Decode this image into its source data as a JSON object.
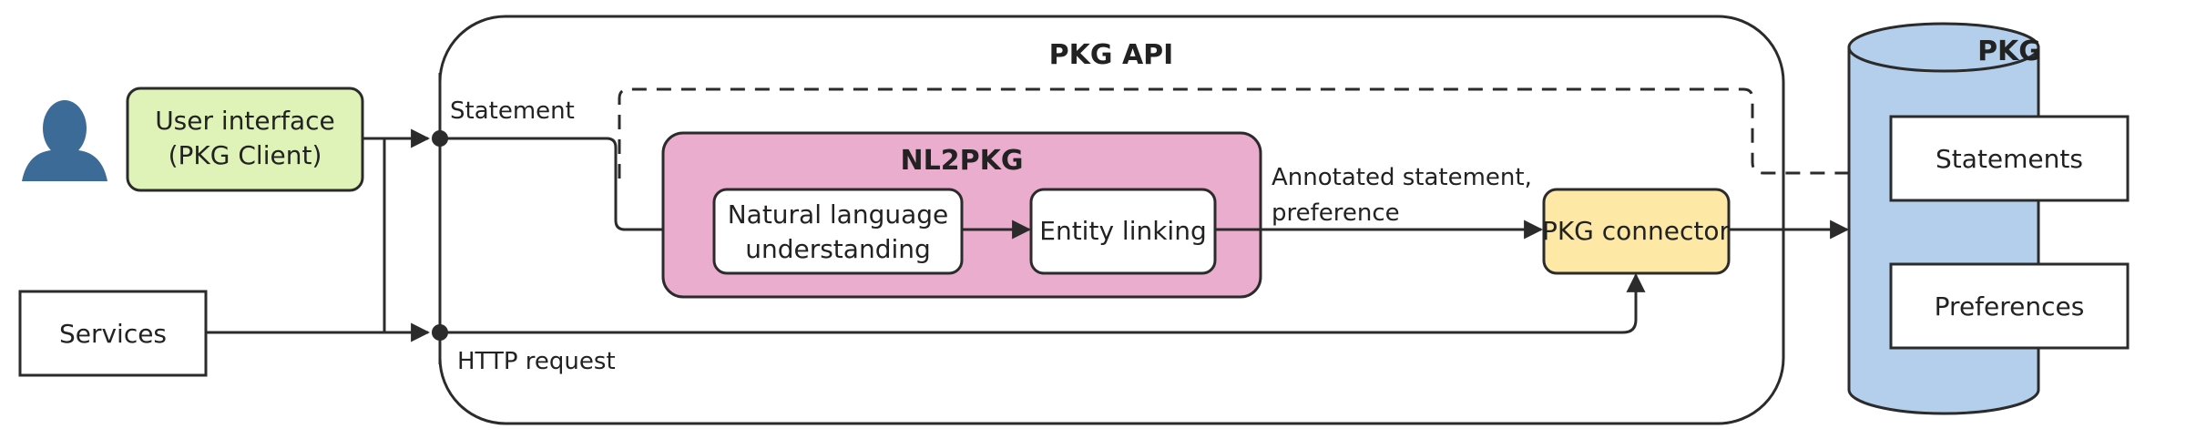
{
  "diagram": {
    "user_interface": {
      "line1": "User interface",
      "line2": "(PKG Client)"
    },
    "services": "Services",
    "api": {
      "title": "PKG API"
    },
    "nl2pkg": {
      "title": "NL2PKG",
      "nlu_line1": "Natural language",
      "nlu_line2": "understanding",
      "entity_linking": "Entity linking"
    },
    "connector": "PKG connector",
    "pkg_store": {
      "title": "PKG",
      "statements": "Statements",
      "preferences": "Preferences"
    },
    "labels": {
      "statement": "Statement",
      "http_request": "HTTP request",
      "annotated_line1": "Annotated statement,",
      "annotated_line2": "preference"
    },
    "colors": {
      "user_interface_fill": "#dff3b8",
      "nl2pkg_fill": "#eaadcd",
      "connector_fill": "#fde8a6",
      "pkg_fill": "#b4cfec",
      "stroke": "#2b2b2b"
    }
  }
}
